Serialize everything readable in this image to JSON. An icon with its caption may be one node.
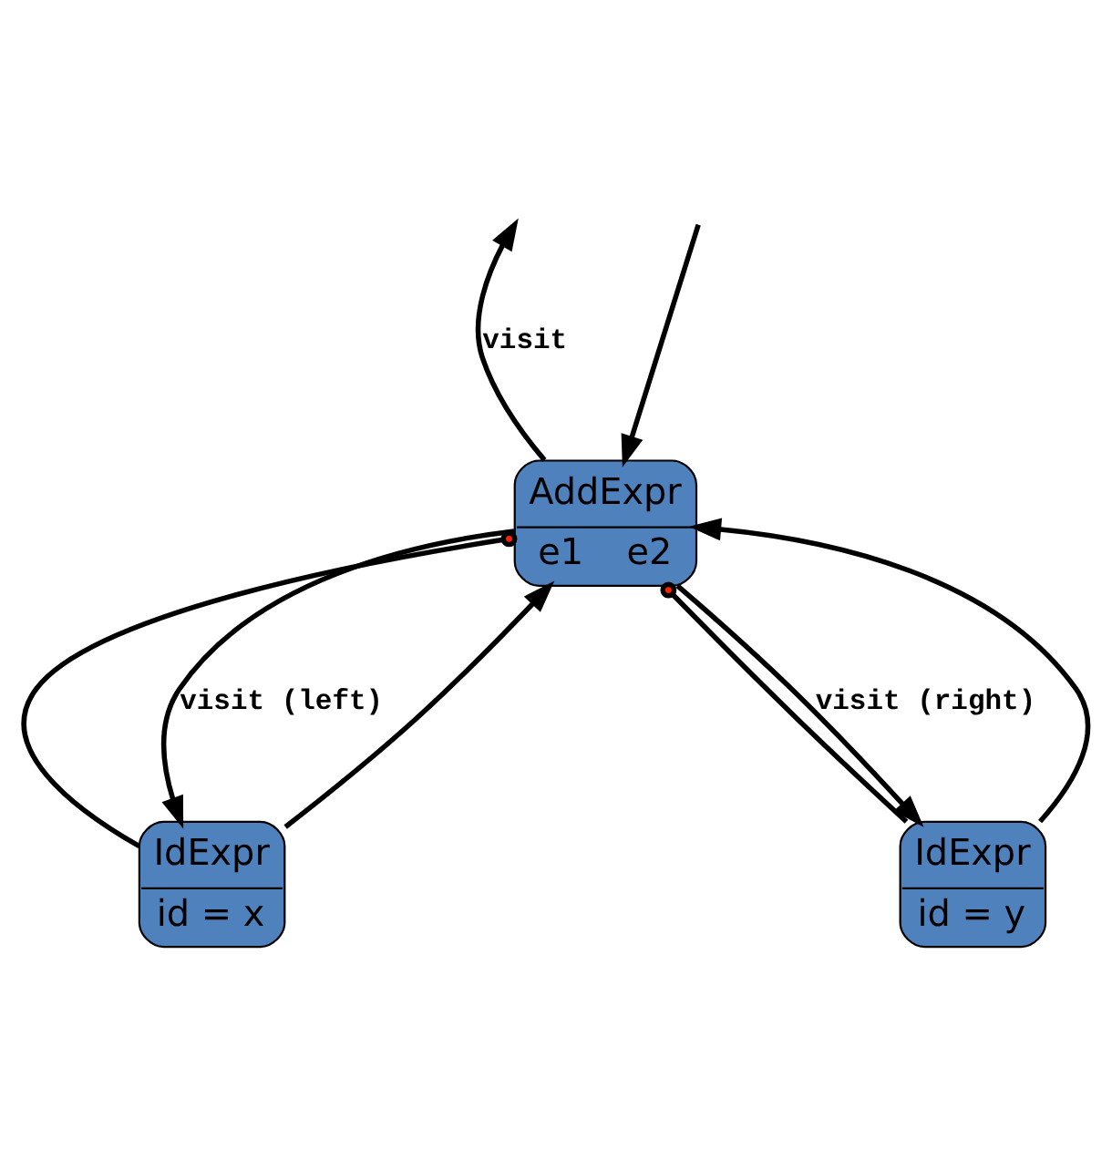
{
  "diagram": {
    "nodes": [
      {
        "text": [
          "AddExpr",
          "e1",
          "e2"
        ]
      },
      {
        "text": [
          "IdExpr",
          "id = x"
        ]
      },
      {
        "text": [
          "IdExpr",
          "id = y"
        ]
      }
    ],
    "edges": [
      {
        "from": 0,
        "to": null,
        "arrow": "to",
        "label": "visit"
      },
      {
        "from": null,
        "to": 0,
        "arrow": "to"
      },
      {
        "from": 0,
        "to": 1,
        "arrow": "other"
      },
      {
        "from": 0,
        "to": 2,
        "arrow": "other"
      },
      {
        "from": 0,
        "to": 1,
        "arrow": "to",
        "label": "visit (left)"
      },
      {
        "from": 1,
        "to": 0,
        "arrow": "to"
      },
      {
        "from": 0,
        "to": 2,
        "arrow": "to",
        "label": "visit (right)"
      },
      {
        "from": 2,
        "to": 0,
        "arrow": "to"
      }
    ]
  }
}
